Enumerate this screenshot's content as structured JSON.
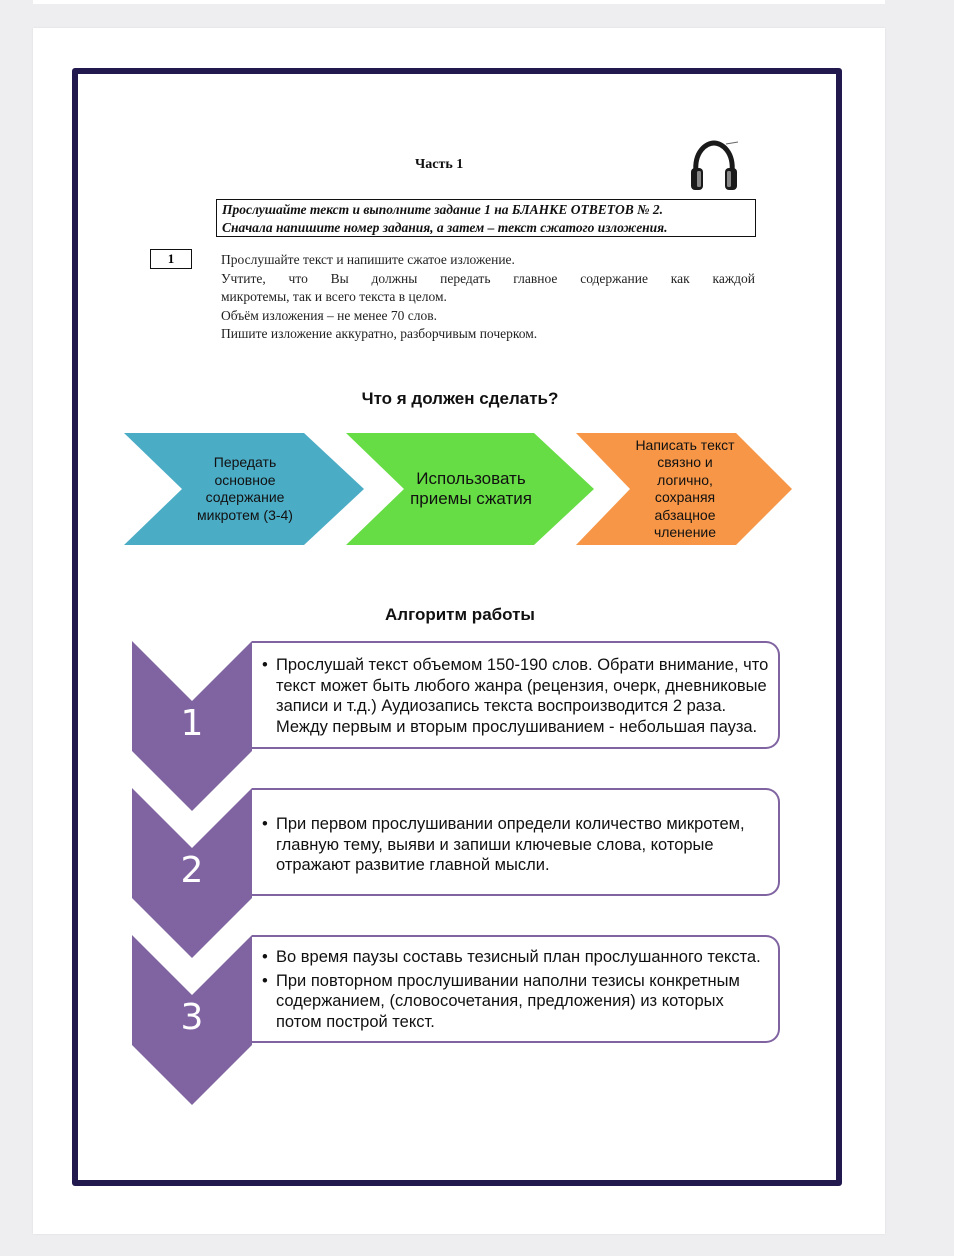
{
  "document": {
    "part_title": "Часть 1",
    "instruction_line1": "Прослушайте текст и выполните задание 1 на БЛАНКЕ ОТВЕТОВ № 2.",
    "instruction_line2": "Сначала напишите номер задания, а затем – текст сжатого изложения.",
    "task_number": "1",
    "task_lines": [
      "Прослушайте текст  и напишите сжатое изложение.",
      "Учтите, что Вы должны передать главное содержание как каждой",
      "микротемы, так и всего текста в целом.",
      "Объём изложения – не менее 70 слов.",
      "Пишите изложение аккуратно, разборчивым почерком."
    ]
  },
  "what_to_do": {
    "heading": "Что я должен сделать?",
    "arrows": [
      {
        "label": "Передать основное содержание микротем (3-4)",
        "color": "#4bacc6"
      },
      {
        "label": "Использовать приемы сжатия",
        "color": "#66dd44"
      },
      {
        "label": "Написать текст связно и логично, сохраняя абзацное членение",
        "color": "#f79646"
      }
    ]
  },
  "algorithm": {
    "heading": "Алгоритм работы",
    "accent_color": "#8064a2",
    "steps": [
      {
        "number": "1",
        "bullets": [
          "Прослушай текст объемом 150-190 слов. Обрати внимание, что текст может быть любого жанра (рецензия, очерк, дневниковые записи и т.д.) Аудиозапись текста воспроизводится 2 раза. Между первым и вторым прослушиванием - небольшая пауза."
        ]
      },
      {
        "number": "2",
        "bullets": [
          "При первом прослушивании определи количество микротем, главную тему, выяви  и запиши ключевые слова, которые отражают развитие главной мысли."
        ]
      },
      {
        "number": "3",
        "bullets": [
          "Во время паузы составь тезисный план прослушанного текста.",
          "При повторном прослушивании наполни тезисы конкретным содержанием, (словосочетания, предложения) из которых потом построй текст."
        ]
      }
    ]
  },
  "icons": {
    "headphones": "headphones-icon"
  }
}
